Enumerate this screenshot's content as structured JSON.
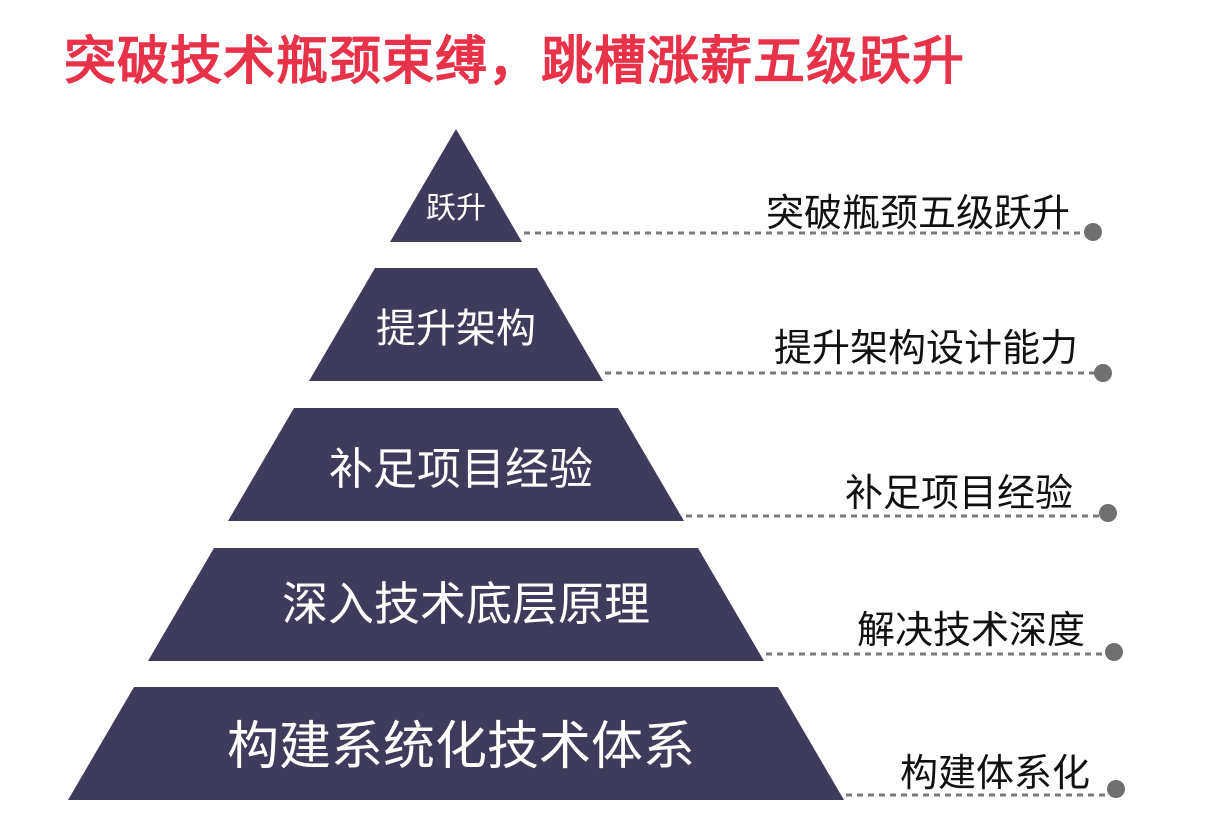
{
  "title": "突破技术瓶颈束缚，跳槽涨薪五级跃升",
  "colors": {
    "title": "#e8324a",
    "tier_fill": "#3e3b5d",
    "tier_text": "#ffffff",
    "side_text": "#111111",
    "leader": "#7a7a7a"
  },
  "tiers": [
    {
      "label": "跃升",
      "side_label": "突破瓶颈五级跃升"
    },
    {
      "label": "提升架构",
      "side_label": "提升架构设计能力"
    },
    {
      "label": "补足项目经验",
      "side_label": "补足项目经验"
    },
    {
      "label": "深入技术底层原理",
      "side_label": "解决技术深度"
    },
    {
      "label": "构建系统化技术体系",
      "side_label": "构建体系化"
    }
  ]
}
